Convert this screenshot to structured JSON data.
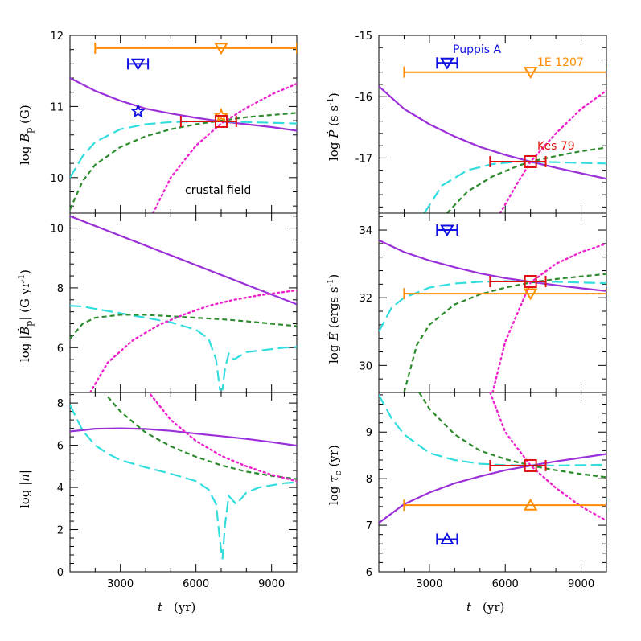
{
  "chart_data": {
    "type": "line",
    "x_label": "t  (yr)",
    "xlim": [
      1000,
      10000
    ],
    "x_ticks": [
      3000,
      6000,
      9000
    ],
    "series_styles": {
      "solid": {
        "color": "#9b30d9",
        "dash": ""
      },
      "long_dash": {
        "color": "#33dddd",
        "dash": "14,6"
      },
      "short_dash": {
        "color": "#2e8b2e",
        "dash": "6,4"
      },
      "dotted": {
        "color": "#ee22cc",
        "dash": "2,4"
      }
    },
    "panels": [
      {
        "id": "Bp",
        "ylabel": "log B_p (G)",
        "ylim": [
          9.5,
          12
        ],
        "yticks": [
          10,
          11,
          12
        ],
        "annotation": "crustal field",
        "series": [
          {
            "style": "solid",
            "x": [
              1000,
              2000,
              3000,
              4000,
              5000,
              6000,
              7000,
              8000,
              9000,
              10000
            ],
            "y": [
              11.4,
              11.22,
              11.08,
              10.97,
              10.9,
              10.84,
              10.79,
              10.75,
              10.71,
              10.66
            ]
          },
          {
            "style": "long_dash",
            "x": [
              1000,
              1500,
              2000,
              3000,
              4000,
              5000,
              6000,
              7000,
              8000,
              9000,
              10000
            ],
            "y": [
              10.0,
              10.3,
              10.5,
              10.68,
              10.75,
              10.78,
              10.79,
              10.79,
              10.78,
              10.77,
              10.76
            ]
          },
          {
            "style": "short_dash",
            "x": [
              1000,
              1500,
              2000,
              3000,
              4000,
              5000,
              6000,
              7000,
              8000,
              9000,
              10000
            ],
            "y": [
              9.55,
              9.95,
              10.18,
              10.43,
              10.58,
              10.68,
              10.75,
              10.8,
              10.85,
              10.88,
              10.91
            ]
          },
          {
            "style": "dotted",
            "x": [
              4300,
              5000,
              6000,
              7000,
              8000,
              9000,
              10000
            ],
            "y": [
              9.5,
              10.0,
              10.45,
              10.76,
              10.98,
              11.17,
              11.32
            ]
          }
        ],
        "markers": [
          {
            "label": "Puppis A",
            "color": "#1010e0",
            "x": 3700,
            "y": 11.6,
            "x_err": [
              3300,
              4100
            ],
            "symbol": "triangle-down"
          },
          {
            "color": "#1010e0",
            "x": 3700,
            "y": 10.93,
            "symbol": "star"
          },
          {
            "label": "1E 1207",
            "color": "#ff8c00",
            "x": 7000,
            "y": 11.82,
            "x_err": [
              2000,
              10000
            ],
            "symbol": "triangle-down"
          },
          {
            "color": "#ff8c00",
            "x": 7000,
            "y": 10.87,
            "symbol": "star"
          },
          {
            "label": "Kes 79",
            "color": "#e01010",
            "x": 7000,
            "y": 10.79,
            "x_err": [
              5400,
              7600
            ],
            "symbol": "square"
          }
        ]
      },
      {
        "id": "Bdot",
        "ylabel": "log |dB_p/dt| (G yr-1)",
        "ylim": [
          4.5,
          10.5
        ],
        "yticks": [
          6,
          8,
          10
        ],
        "series": [
          {
            "style": "solid",
            "x": [
              1000,
              10000
            ],
            "y": [
              10.4,
              7.45
            ]
          },
          {
            "style": "long_dash",
            "x": [
              1000,
              1500,
              2000,
              3000,
              4000,
              5000,
              6000,
              6500,
              6800,
              6950,
              7050,
              7150,
              7300,
              7500,
              8000,
              8500,
              9000,
              9500,
              10000
            ],
            "y": [
              7.4,
              7.38,
              7.3,
              7.15,
              7.0,
              6.85,
              6.6,
              6.3,
              5.6,
              4.6,
              4.6,
              5.3,
              5.8,
              5.6,
              5.85,
              5.9,
              5.95,
              6.0,
              6.02
            ]
          },
          {
            "style": "short_dash",
            "x": [
              1000,
              1500,
              2000,
              3000,
              4000,
              5000,
              6000,
              7000,
              8000,
              9000,
              10000
            ],
            "y": [
              6.3,
              6.8,
              7.0,
              7.1,
              7.1,
              7.05,
              7.0,
              6.95,
              6.88,
              6.8,
              6.72
            ]
          },
          {
            "style": "dotted",
            "x": [
              1800,
              2500,
              3500,
              4500,
              5500,
              6500,
              7500,
              8500,
              10000
            ],
            "y": [
              4.5,
              5.5,
              6.25,
              6.75,
              7.1,
              7.4,
              7.6,
              7.75,
              7.92
            ]
          }
        ],
        "markers": []
      },
      {
        "id": "n",
        "ylabel": "log |n|",
        "ylim": [
          0,
          8.5
        ],
        "yticks": [
          0,
          2,
          4,
          6,
          8
        ],
        "series": [
          {
            "style": "solid",
            "x": [
              1000,
              2000,
              3000,
              4000,
              5000,
              6000,
              7000,
              8000,
              9000,
              10000
            ],
            "y": [
              6.65,
              6.78,
              6.8,
              6.77,
              6.68,
              6.55,
              6.43,
              6.3,
              6.15,
              5.98
            ]
          },
          {
            "style": "long_dash",
            "x": [
              1000,
              1500,
              2000,
              2500,
              3000,
              4000,
              5000,
              6000,
              6500,
              6800,
              6950,
              7050,
              7150,
              7300,
              7600,
              8000,
              8500,
              9000,
              9500,
              10000
            ],
            "y": [
              7.9,
              6.7,
              6.0,
              5.6,
              5.3,
              4.95,
              4.65,
              4.3,
              3.9,
              3.2,
              1.5,
              0.6,
              2.2,
              3.6,
              3.2,
              3.75,
              4.0,
              4.1,
              4.2,
              4.25
            ]
          },
          {
            "style": "short_dash",
            "x": [
              2500,
              3000,
              4000,
              5000,
              6000,
              7000,
              8000,
              9000,
              10000
            ],
            "y": [
              8.3,
              7.6,
              6.6,
              5.95,
              5.45,
              5.05,
              4.75,
              4.55,
              4.4
            ]
          },
          {
            "style": "dotted",
            "x": [
              4200,
              5000,
              6000,
              7000,
              8000,
              9000,
              10000
            ],
            "y": [
              8.4,
              7.2,
              6.2,
              5.5,
              5.0,
              4.6,
              4.3
            ]
          }
        ],
        "markers": []
      },
      {
        "id": "Pdot",
        "ylabel": "log Pdot (s s-1)",
        "ylim": [
          -17.9,
          -15
        ],
        "yticks": [
          -17,
          -16,
          -15
        ],
        "series": [
          {
            "style": "solid",
            "x": [
              1000,
              2000,
              3000,
              4000,
              5000,
              6000,
              7000,
              8000,
              9000,
              10000
            ],
            "y": [
              -15.83,
              -16.2,
              -16.45,
              -16.65,
              -16.82,
              -16.95,
              -17.06,
              -17.16,
              -17.25,
              -17.34
            ]
          },
          {
            "style": "long_dash",
            "x": [
              2800,
              3500,
              4500,
              5500,
              6500,
              7000,
              8000,
              9000,
              10000
            ],
            "y": [
              -17.9,
              -17.45,
              -17.2,
              -17.1,
              -17.06,
              -17.06,
              -17.07,
              -17.08,
              -17.09
            ]
          },
          {
            "style": "short_dash",
            "x": [
              3700,
              4500,
              5500,
              6500,
              7000,
              8000,
              9000,
              10000
            ],
            "y": [
              -17.9,
              -17.55,
              -17.3,
              -17.13,
              -17.06,
              -16.97,
              -16.89,
              -16.83
            ]
          },
          {
            "style": "dotted",
            "x": [
              5800,
              6500,
              7000,
              8000,
              9000,
              10000
            ],
            "y": [
              -17.9,
              -17.4,
              -17.06,
              -16.6,
              -16.2,
              -15.9
            ]
          }
        ],
        "markers": [
          {
            "label": "Puppis A",
            "color": "#1010e0",
            "x": 3700,
            "y": -15.45,
            "x_err": [
              3300,
              4100
            ],
            "symbol": "triangle-down"
          },
          {
            "label": "1E 1207",
            "color": "#ff8c00",
            "x": 7000,
            "y": -15.6,
            "x_err": [
              2000,
              10000
            ],
            "symbol": "triangle-down"
          },
          {
            "label": "Kes 79",
            "color": "#e01010",
            "x": 7000,
            "y": -17.06,
            "x_err": [
              5400,
              7600
            ],
            "symbol": "square"
          }
        ]
      },
      {
        "id": "Edot",
        "ylabel": "log Edot (ergs s-1)",
        "ylim": [
          29.2,
          34.5
        ],
        "yticks": [
          30,
          32,
          34
        ],
        "series": [
          {
            "style": "solid",
            "x": [
              1000,
              2000,
              3000,
              4000,
              5000,
              6000,
              7000,
              8000,
              9000,
              10000
            ],
            "y": [
              33.7,
              33.35,
              33.1,
              32.9,
              32.72,
              32.58,
              32.47,
              32.37,
              32.28,
              32.2
            ]
          },
          {
            "style": "long_dash",
            "x": [
              1000,
              1500,
              2000,
              3000,
              4000,
              5000,
              6000,
              7000,
              8000,
              9000,
              10000
            ],
            "y": [
              31.0,
              31.7,
              32.0,
              32.3,
              32.42,
              32.47,
              32.49,
              32.48,
              32.47,
              32.45,
              32.43
            ]
          },
          {
            "style": "short_dash",
            "x": [
              2000,
              2500,
              3000,
              4000,
              5000,
              6000,
              7000,
              8000,
              9000,
              10000
            ],
            "y": [
              29.2,
              30.6,
              31.2,
              31.8,
              32.1,
              32.3,
              32.45,
              32.55,
              32.63,
              32.7
            ]
          },
          {
            "style": "dotted",
            "x": [
              5500,
              6000,
              7000,
              8000,
              9000,
              10000
            ],
            "y": [
              29.2,
              30.7,
              32.45,
              33.0,
              33.35,
              33.6
            ]
          }
        ],
        "markers": [
          {
            "label": "Puppis A",
            "color": "#1010e0",
            "x": 3700,
            "y": 34.0,
            "x_err": [
              3300,
              4100
            ],
            "symbol": "triangle-down"
          },
          {
            "label": "1E 1207",
            "color": "#ff8c00",
            "x": 7000,
            "y": 32.12,
            "x_err": [
              2000,
              10000
            ],
            "symbol": "triangle-down"
          },
          {
            "label": "Kes 79",
            "color": "#e01010",
            "x": 7000,
            "y": 32.48,
            "x_err": [
              5400,
              7600
            ],
            "symbol": "square"
          }
        ]
      },
      {
        "id": "tauc",
        "ylabel": "log τ_c (yr)",
        "ylim": [
          6,
          9.85
        ],
        "yticks": [
          6,
          7,
          8,
          9
        ],
        "series": [
          {
            "style": "solid",
            "x": [
              1000,
              2000,
              3000,
              4000,
              5000,
              6000,
              7000,
              8000,
              9000,
              10000
            ],
            "y": [
              7.05,
              7.45,
              7.7,
              7.9,
              8.05,
              8.18,
              8.28,
              8.37,
              8.45,
              8.53
            ]
          },
          {
            "style": "long_dash",
            "x": [
              1000,
              1500,
              2000,
              3000,
              4000,
              5000,
              6000,
              7000,
              8000,
              9000,
              10000
            ],
            "y": [
              9.8,
              9.3,
              8.95,
              8.55,
              8.4,
              8.32,
              8.29,
              8.28,
              8.28,
              8.29,
              8.3
            ]
          },
          {
            "style": "short_dash",
            "x": [
              2600,
              3000,
              4000,
              5000,
              6000,
              7000,
              8000,
              9000,
              10000
            ],
            "y": [
              9.85,
              9.5,
              8.95,
              8.6,
              8.42,
              8.28,
              8.18,
              8.1,
              8.03
            ]
          },
          {
            "style": "dotted",
            "x": [
              5400,
              6000,
              7000,
              8000,
              9000,
              10000
            ],
            "y": [
              9.85,
              9.0,
              8.28,
              7.8,
              7.4,
              7.1
            ]
          }
        ],
        "markers": [
          {
            "label": "Puppis A",
            "color": "#1010e0",
            "x": 3700,
            "y": 6.7,
            "x_err": [
              3300,
              4100
            ],
            "symbol": "triangle-up"
          },
          {
            "label": "1E 1207",
            "color": "#ff8c00",
            "x": 7000,
            "y": 7.43,
            "x_err": [
              2000,
              10000
            ],
            "symbol": "triangle-up"
          },
          {
            "label": "Kes 79",
            "color": "#e01010",
            "x": 7000,
            "y": 8.28,
            "x_err": [
              5400,
              7600
            ],
            "symbol": "square"
          }
        ]
      }
    ]
  },
  "labels": {
    "crustal": "crustal field",
    "puppis": "Puppis A",
    "e1207": "1E 1207",
    "kes79": "Kes 79",
    "xlabel_t": "t",
    "xlabel_unit": "(yr)"
  }
}
